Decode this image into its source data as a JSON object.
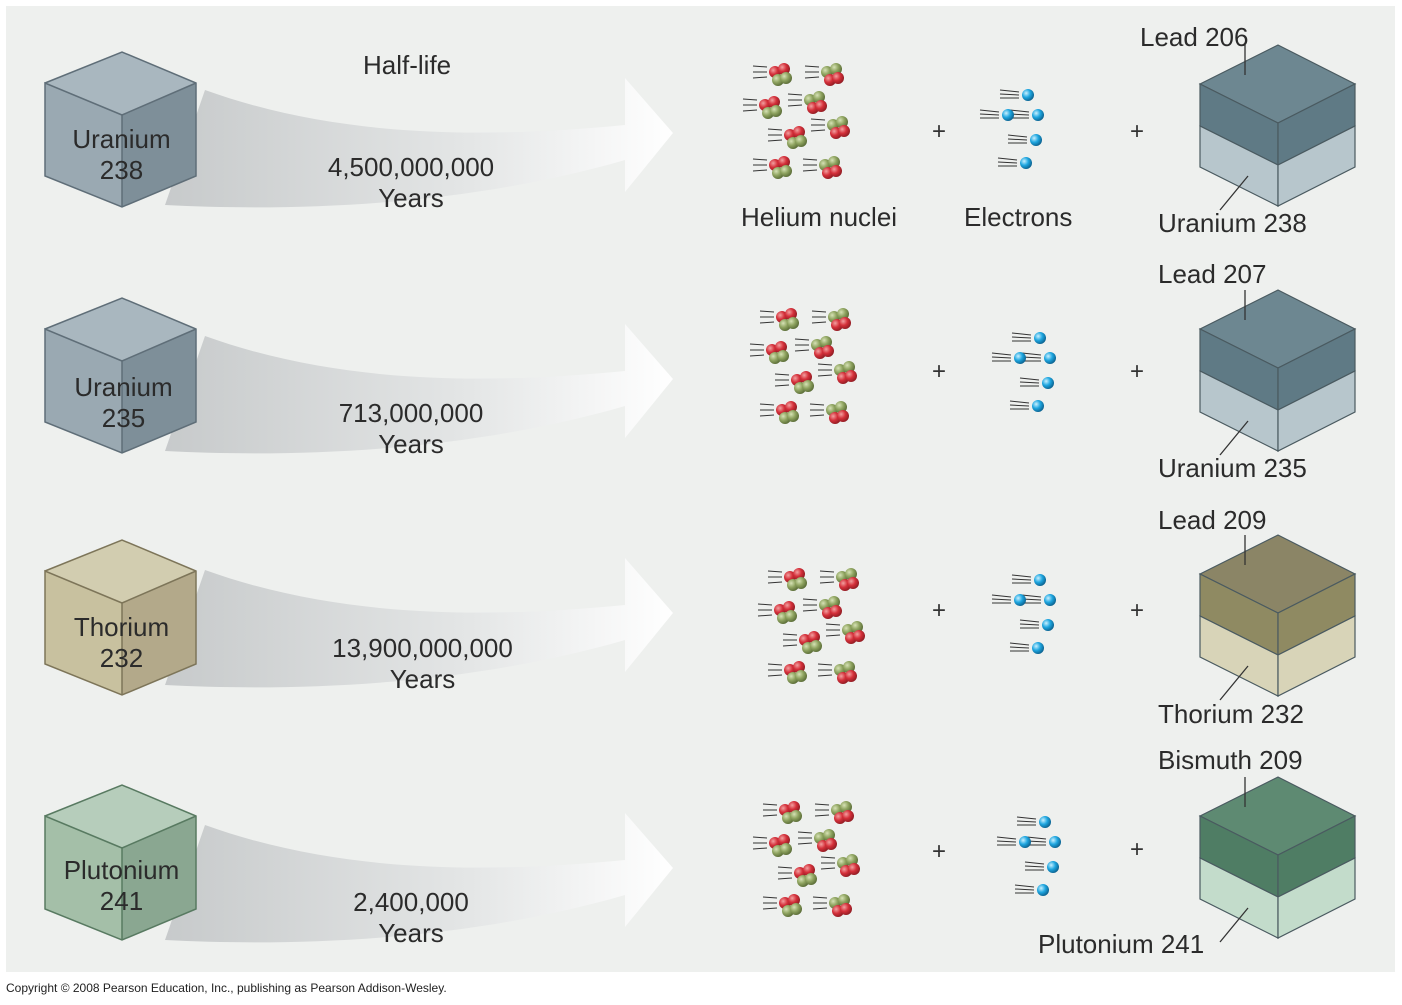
{
  "header": {
    "half_life_label": "Half-life"
  },
  "product_labels": {
    "helium": "Helium nuclei",
    "electrons": "Electrons"
  },
  "plus_sign": "+",
  "rows": [
    {
      "parent": "Uranium",
      "parent_mass": "238",
      "half_life": "4,500,000,000",
      "unit": "Years",
      "daughter": "Lead 206",
      "remaining": "Uranium 238",
      "colors": {
        "top": "#a9b7bf",
        "left": "#9aa9b2",
        "right": "#7e8f99",
        "stack_top": "#6d8791",
        "stack_band": "#5f7a85",
        "stack_bottom": "#b7c6cc"
      }
    },
    {
      "parent": "Uranium",
      "parent_mass": "235",
      "half_life": "713,000,000",
      "unit": "Years",
      "daughter": "Lead 207",
      "remaining": "Uranium 235",
      "colors": {
        "top": "#a9b7bf",
        "left": "#9aa9b2",
        "right": "#7e8f99",
        "stack_top": "#6d8791",
        "stack_band": "#5f7a85",
        "stack_bottom": "#b7c6cc"
      }
    },
    {
      "parent": "Thorium",
      "parent_mass": "232",
      "half_life": "13,900,000,000",
      "unit": "Years",
      "daughter": "Lead 209",
      "remaining": "Thorium 232",
      "colors": {
        "top": "#d2cdb0",
        "left": "#c8c19f",
        "right": "#b3a98a",
        "stack_top": "#8b8566",
        "stack_band": "#8f8a62",
        "stack_bottom": "#d8d4b8"
      }
    },
    {
      "parent": "Plutonium",
      "parent_mass": "241",
      "half_life": "2,400,000",
      "unit": "Years",
      "daughter": "Bismuth 209",
      "remaining": "Plutonium 241",
      "colors": {
        "top": "#b6cdbb",
        "left": "#a4bfa8",
        "right": "#8aa791",
        "stack_top": "#5e8a72",
        "stack_band": "#4f7d64",
        "stack_bottom": "#c3dccb"
      }
    }
  ],
  "footer": {
    "copyright": "Copyright © 2008 Pearson Education, Inc., publishing as Pearson Addison-Wesley."
  }
}
